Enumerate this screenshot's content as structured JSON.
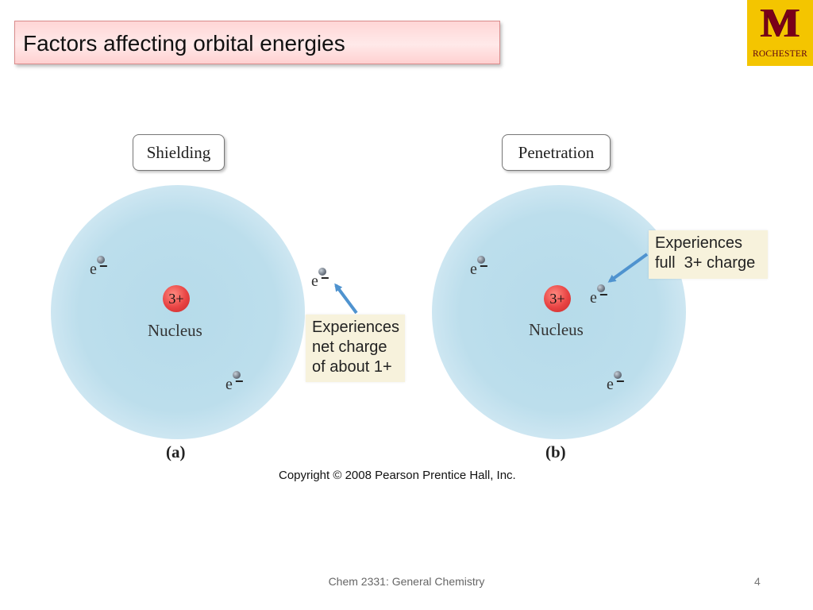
{
  "slide": {
    "title": "Factors affecting orbital energies",
    "footer": "Chem 2331: General Chemistry",
    "page_number": "4",
    "copyright": "Copyright © 2008 Pearson Prentice Hall, Inc."
  },
  "logo": {
    "letter": "M",
    "text": "ROCHESTER",
    "background": "#f4c500",
    "color": "#7a0019"
  },
  "panels": {
    "a": {
      "heading": "Shielding",
      "letter": "(a)",
      "nucleus_charge": "3+",
      "nucleus_label": "Nucleus",
      "electron_symbol": "e",
      "electron_charge": "−",
      "callout": [
        "Experiences",
        "net charge",
        "of about 1+"
      ]
    },
    "b": {
      "heading": "Penetration",
      "letter": "(b)",
      "nucleus_charge": "3+",
      "nucleus_label": "Nucleus",
      "electron_symbol": "e",
      "electron_charge": "−",
      "callout": [
        "Experiences",
        "full  3+ charge"
      ]
    }
  },
  "colors": {
    "cloud": "#b6dbea",
    "nucleus": "#e84343",
    "callout_bg": "#f7f2dc",
    "arrow": "#4f93cf",
    "title_bg": "#ffd6d6"
  }
}
